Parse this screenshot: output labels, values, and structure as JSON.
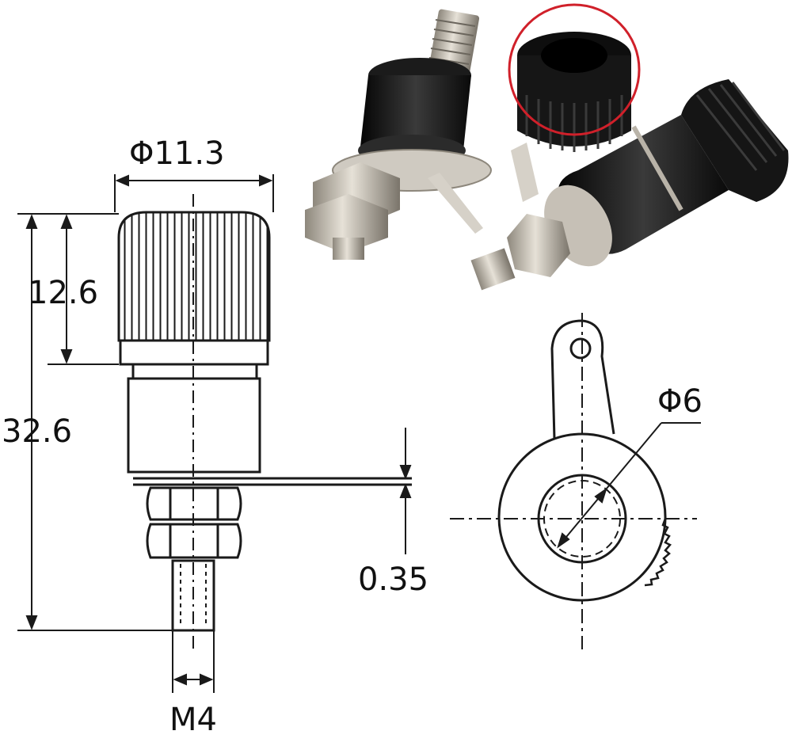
{
  "dimensions": {
    "head_diameter": "Φ11.3",
    "knurl_height": "12.6",
    "total_height": "32.6",
    "tab_thickness": "0.35",
    "thread": "M4",
    "hole_diameter": "Φ6"
  },
  "colors": {
    "line": "#1a1a1a",
    "plastic": "#141414",
    "metal": "#c9c3b8",
    "highlight_ring": "#d0202a",
    "background": "#ffffff"
  }
}
